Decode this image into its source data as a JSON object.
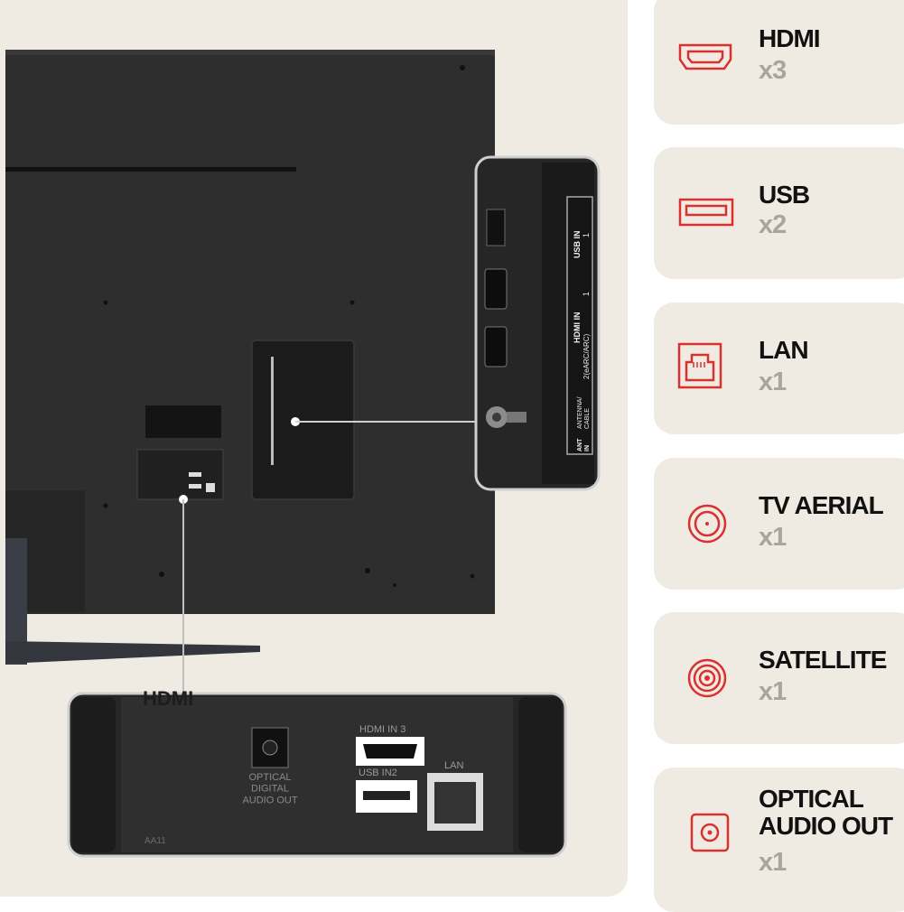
{
  "tv": {
    "callout_top": {
      "usb_in_label": "USB IN",
      "usb_in_num": "1",
      "hdmi_in_label": "HDMI IN",
      "hdmi_1": "1",
      "hdmi_2": "2(eARC/ARC)",
      "antenna_label": "ANTENNA/\nCABLE",
      "ant_in_label": "ANT\nIN"
    },
    "callout_bottom": {
      "hdmi_logo": "HDMI",
      "optical_label": "OPTICAL\nDIGITAL\nAUDIO OUT",
      "hdmi_in_3": "HDMI IN 3",
      "usb_in_2": "USB IN2",
      "lan": "LAN",
      "model_code": "AA11"
    }
  },
  "features": [
    {
      "title": "HDMI",
      "count": "x3",
      "icon": "hdmi-port-icon"
    },
    {
      "title": "USB",
      "count": "x2",
      "icon": "usb-port-icon"
    },
    {
      "title": "LAN",
      "count": "x1",
      "icon": "lan-port-icon"
    },
    {
      "title": "TV AERIAL",
      "count": "x1",
      "icon": "tv-aerial-icon"
    },
    {
      "title": "SATELLITE",
      "count": "x1",
      "icon": "satellite-icon"
    },
    {
      "title": "OPTICAL\nAUDIO OUT",
      "count": "x1",
      "icon": "optical-audio-icon"
    }
  ],
  "colors": {
    "accent_red": "#d9312f",
    "panel_beige": "#efebe3",
    "tv_body": "#2b2b2b"
  }
}
